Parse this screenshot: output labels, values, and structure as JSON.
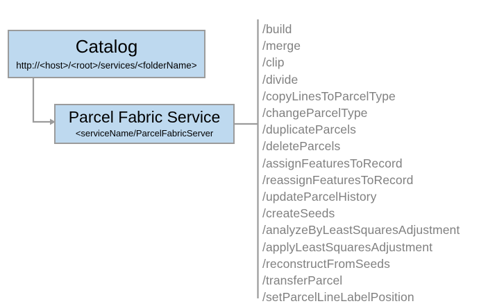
{
  "diagram": {
    "type": "service-endpoint-diagram",
    "colors": {
      "node_fill": "#bed9ef",
      "node_border": "#9b9b9b",
      "connector": "#9b9b9b",
      "operation_text": "#808080",
      "node_text": "#000000",
      "background": "#ffffff"
    },
    "nodes": [
      {
        "id": "catalog",
        "title": "Catalog",
        "subtitle": "http://<host>/<root>/services/<folderName>"
      },
      {
        "id": "parcel-fabric-service",
        "title": "Parcel Fabric Service",
        "subtitle": "<serviceName/ParcelFabricServer"
      }
    ],
    "operations": [
      "/build",
      "/merge",
      "/clip",
      "/divide",
      "/copyLinesToParcelType",
      "/changeParcelType",
      "/duplicateParcels",
      "/deleteParcels",
      "/assignFeaturesToRecord",
      "/reassignFeaturesToRecord",
      "/updateParcelHistory",
      "/createSeeds",
      "/analyzeByLeastSquaresAdjustment",
      "/applyLeastSquaresAdjustment",
      "/reconstructFromSeeds",
      "/transferParcel",
      "/setParcelLineLabelPosition"
    ]
  }
}
